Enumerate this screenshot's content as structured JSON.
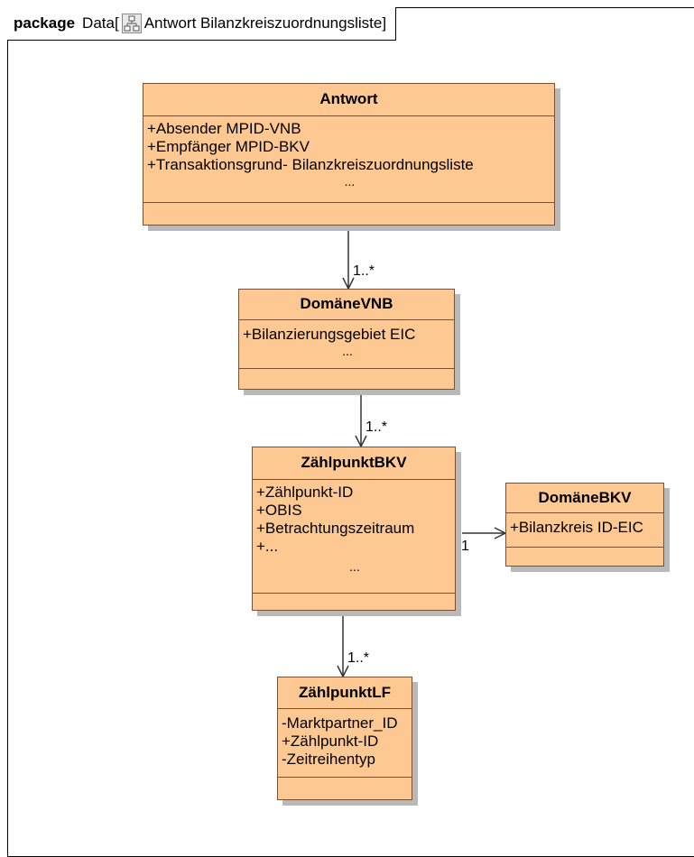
{
  "package": {
    "keyword": "package",
    "name_prefix": "Data[",
    "diagram_name": "Antwort Bilanzkreiszuordnungsliste",
    "name_suffix": "]",
    "icon": "class-diagram-icon"
  },
  "classes": {
    "antwort": {
      "name": "Antwort",
      "attributes": [
        "+Absender MPID-VNB",
        "+Empfänger MPID-BKV",
        "+Transaktionsgrund- Bilanzkreiszuordnungsliste"
      ],
      "ellipsis": "..."
    },
    "domaene_vnb": {
      "name": "DomäneVNB",
      "attributes": [
        "+Bilanzierungsgebiet EIC"
      ],
      "ellipsis": "..."
    },
    "zaehlpunkt_bkv": {
      "name": "ZählpunktBKV",
      "attributes": [
        "+Zählpunkt-ID",
        "+OBIS",
        "+Betrachtungszeitraum",
        "+..."
      ],
      "ellipsis": "..."
    },
    "domaene_bkv": {
      "name": "DomäneBKV",
      "attributes": [
        "+Bilanzkreis ID-EIC"
      ]
    },
    "zaehlpunkt_lf": {
      "name": "ZählpunktLF",
      "attributes": [
        "-Marktpartner_ID",
        "+Zählpunkt-ID",
        "-Zeitreihentyp"
      ]
    }
  },
  "associations": {
    "antwort_to_domaene_vnb": "1..*",
    "domaene_vnb_to_zaehlpunkt_bkv": "1..*",
    "zaehlpunkt_bkv_to_domaene_bkv": "1",
    "zaehlpunkt_bkv_to_zaehlpunkt_lf": "1..*"
  },
  "colors": {
    "class_fill": "#fdc891",
    "class_border": "#7a5030",
    "shadow": "#b9b9b9",
    "line": "#333333"
  }
}
